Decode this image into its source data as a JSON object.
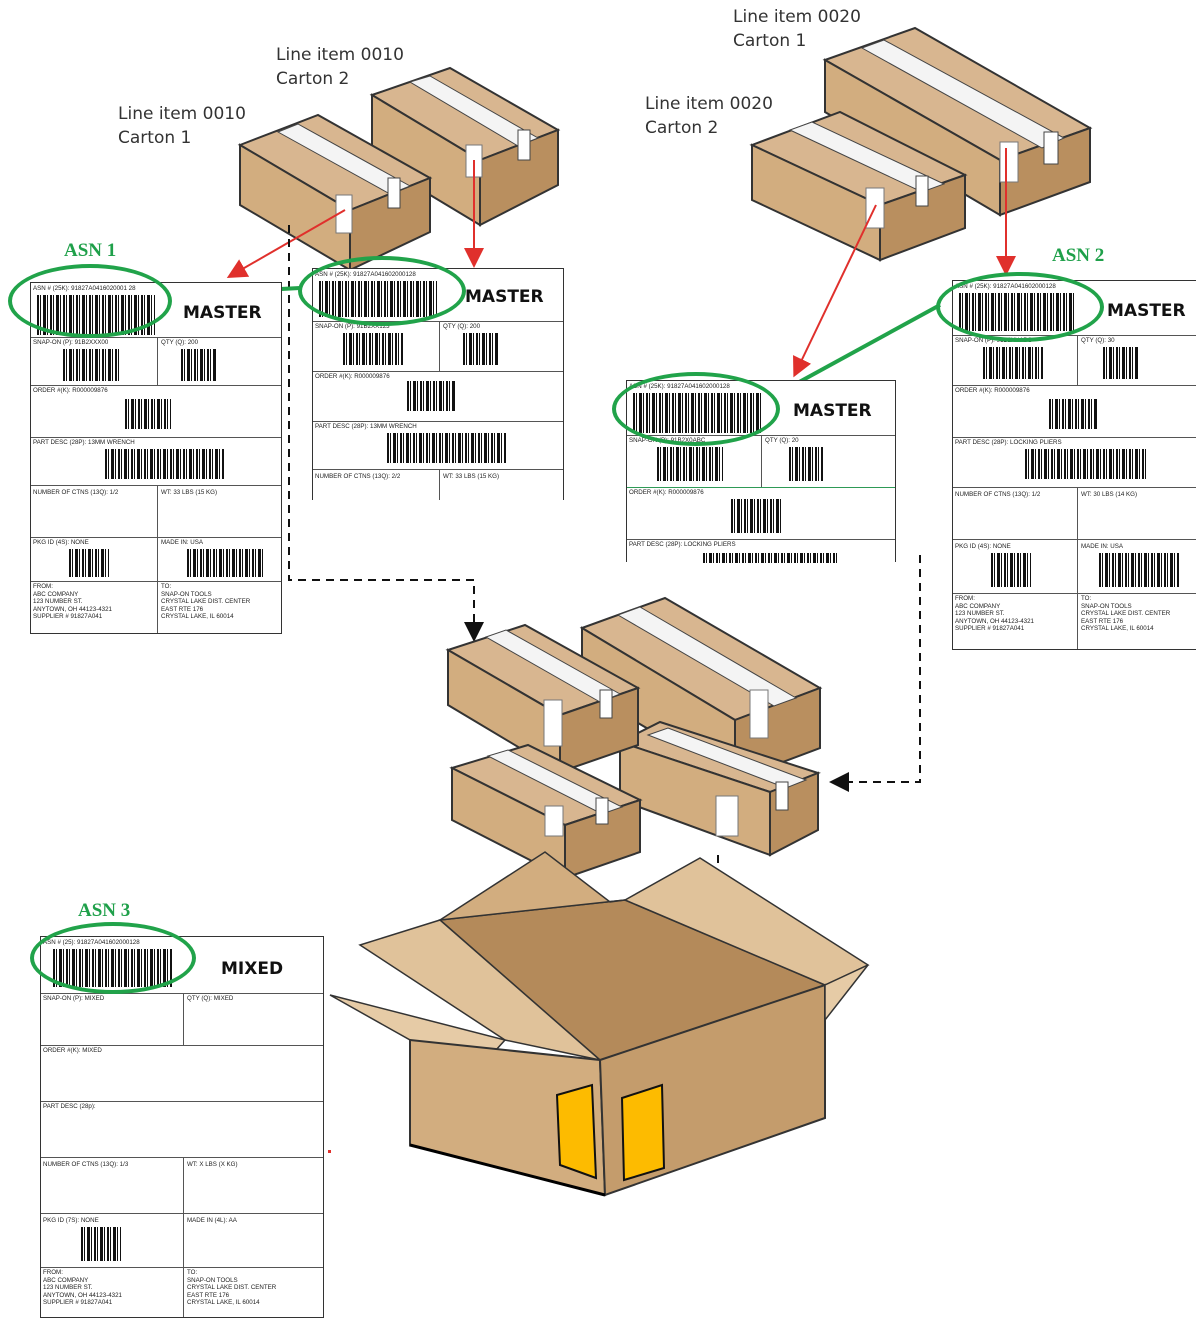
{
  "captions": {
    "li0010_c2": "Line item 0010\nCarton 2",
    "li0010_c1": "Line item 0010\nCarton 1",
    "li0020_c1": "Line item 0020\nCarton 1",
    "li0020_c2": "Line item 0020\nCarton 2"
  },
  "asn_tags": {
    "asn1": "ASN 1",
    "asn2": "ASN 2",
    "asn3": "ASN 3"
  },
  "labels": {
    "a": {
      "asn": "ASN # (25K): 91827A0416020001 28",
      "type": "MASTER",
      "snapon": "SNAP-ON (P): 91B2XXX00",
      "qty": "QTY (Q): 200",
      "order": "ORDER #(K): R000009876",
      "part": "PART DESC (28P): 13MM WRENCH",
      "ctns": "NUMBER OF CTNS (13Q): 1/2",
      "wt": "WT: 33 LBS (15 KG)",
      "pkg": "PKG ID (4S): NONE",
      "made": "MADE IN: USA",
      "from": "FROM:\nABC COMPANY\n123 NUMBER ST.\nANYTOWN, OH 44123-4321\nSUPPLIER # 91827A041",
      "to": "TO:\nSNAP-ON TOOLS\nCRYSTAL LAKE DIST. CENTER\nEAST RTE 176\nCRYSTAL LAKE, IL 60014"
    },
    "b": {
      "asn": "ASN # (25K): 91827A041602000128",
      "type": "MASTER",
      "snapon": "SNAP-ON (P): 91B2XX123",
      "qty": "QTY (Q): 200",
      "order": "ORDER #(K): R000009876",
      "part": "PART DESC (28P): 13MM WRENCH",
      "ctns": "NUMBER OF CTNS (13Q): 2/2",
      "wt": "WT: 33 LBS (15 KG)"
    },
    "c": {
      "asn": "ASN # (25K): 91827A041602000128",
      "type": "MASTER",
      "snapon": "SNAP-ON (P): 91B2X0ABC",
      "qty": "QTY (Q): 20",
      "order": "ORDER #(K): R000009876",
      "part": "PART DESC (28P): LOCKING PLIERS"
    },
    "d": {
      "asn": "ASN # (25K): 91827A041602000128",
      "type": "MASTER",
      "snapon": "SNAP-ON (P): 91B2XXABC",
      "qty": "QTY (Q): 30",
      "order": "ORDER #(K): R000009876",
      "part": "PART DESC (28P): LOCKING PLIERS",
      "ctns": "NUMBER OF CTNS (13Q): 1/2",
      "wt": "WT: 30 LBS (14 KG)",
      "pkg": "PKG ID (4S): NONE",
      "made": "MADE IN: USA",
      "from": "FROM:\nABC COMPANY\n123 NUMBER ST.\nANYTOWN, OH 44123-4321\nSUPPLIER # 91827A041",
      "to": "TO:\nSNAP-ON TOOLS\nCRYSTAL LAKE DIST. CENTER\nEAST RTE 176\nCRYSTAL LAKE, IL 60014"
    },
    "e": {
      "asn": "ASN # (25): 91827A041602000128",
      "type": "MIXED",
      "snapon": "SNAP-ON (P): MIXED",
      "qty": "QTY (Q): MIXED",
      "order": "ORDER #(K): MIXED",
      "part": "PART DESC (28p):",
      "ctns": "NUMBER OF CTNS (13Q): 1/3",
      "wt": "WT: X LBS (X KG)",
      "pkg": "PKG ID (7S): NONE",
      "made": "MADE IN (4L): AA",
      "from": "FROM:\nABC COMPANY\n123 NUMBER ST.\nANYTOWN, OH 44123-4321\nSUPPLIER # 91827A041",
      "to": "TO:\nSNAP-ON TOOLS\nCRYSTAL LAKE DIST. CENTER\nEAST RTE 176\nCRYSTAL LAKE, IL 60014"
    }
  },
  "colors": {
    "box": "#d2ad7f",
    "box_dark": "#b98f5f",
    "arrow": "#e0302c",
    "ring": "#21a34a",
    "door": "#fdbb00"
  }
}
